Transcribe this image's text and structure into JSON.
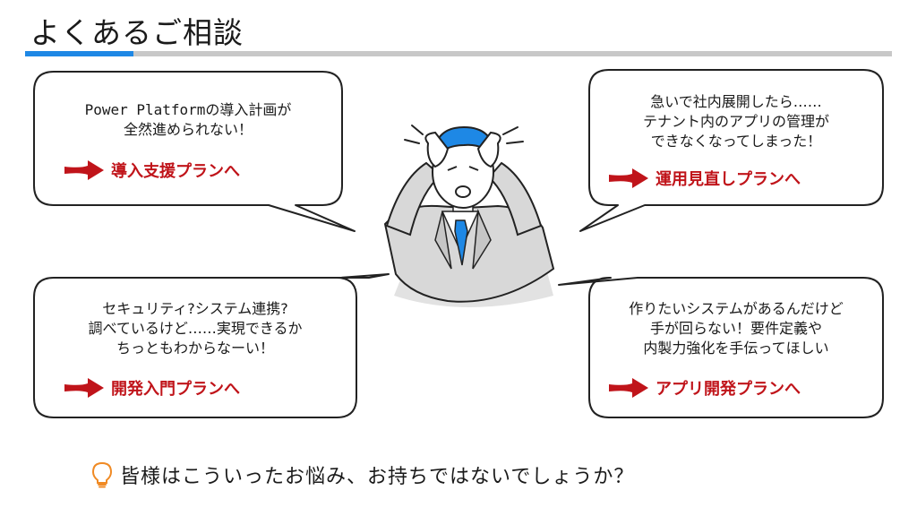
{
  "slide": {
    "title": "よくあるご相談",
    "accent_color": "#1e88e5",
    "link_color": "#c0141a"
  },
  "consultations": [
    {
      "lines": [
        "Power Platformの導入計画が",
        "全然進められない！"
      ],
      "plan_link": "導入支援プランへ"
    },
    {
      "lines": [
        "急いで社内展開したら……",
        "テナント内のアプリの管理が",
        "できなくなってしまった！"
      ],
      "plan_link": "運用見直しプランへ"
    },
    {
      "lines": [
        "セキュリティ?システム連携?",
        "調べているけど……実現できるか",
        "ちっともわからなーい！"
      ],
      "plan_link": "開発入門プランへ"
    },
    {
      "lines": [
        "作りたいシステムがあるんだけど",
        "手が回らない！要件定義や",
        "内製力強化を手伝ってほしい"
      ],
      "plan_link": "アプリ開発プランへ"
    }
  ],
  "illustration": {
    "name": "worried-businessman"
  },
  "footer": {
    "icon": "lightbulb-icon",
    "text": "皆様はこういったお悩み、お持ちではないでしょうか？"
  }
}
